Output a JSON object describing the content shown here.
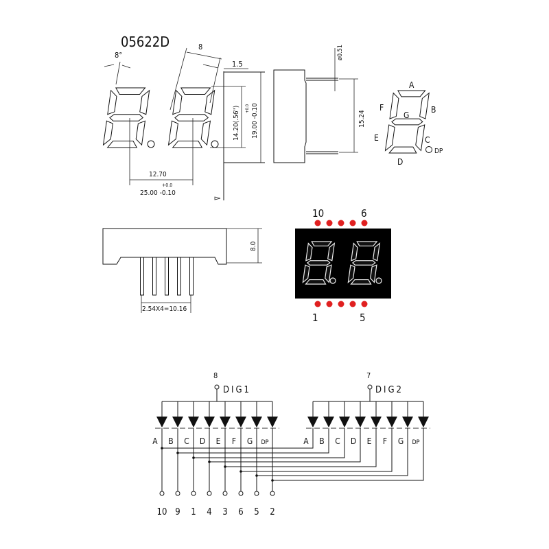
{
  "title": "05622D",
  "dimensions": {
    "tilt": "8°",
    "digit_width": "8",
    "segment_width": "1.5",
    "pin_diameter": "ø0.51",
    "digit_height": "14.20(.56\")",
    "height_tol": "+0.0",
    "height": "19.00 -0.10",
    "pin_row_spacing": "15.24",
    "digit_pitch": "12.70",
    "width_tol": "+0.0",
    "width": "25.00 -0.10",
    "thickness": "8.0",
    "pin_pitch": "2.54X4=10.16"
  },
  "segment_labels": [
    "A",
    "B",
    "C",
    "D",
    "E",
    "F",
    "G",
    "DP"
  ],
  "pin_map_labels": {
    "top_left": "10",
    "top_right": "6",
    "bottom_left": "1",
    "bottom_right": "5"
  },
  "colors": {
    "pin_dot": "#e02020",
    "display": "#000000"
  },
  "schematic": {
    "common1_pin": "8",
    "common1_label": "DIG1",
    "common2_pin": "7",
    "common2_label": "DIG2",
    "segments": [
      "A",
      "B",
      "C",
      "D",
      "E",
      "F",
      "G",
      "DP"
    ],
    "pins": [
      "10",
      "9",
      "1",
      "4",
      "3",
      "6",
      "5",
      "2"
    ]
  }
}
